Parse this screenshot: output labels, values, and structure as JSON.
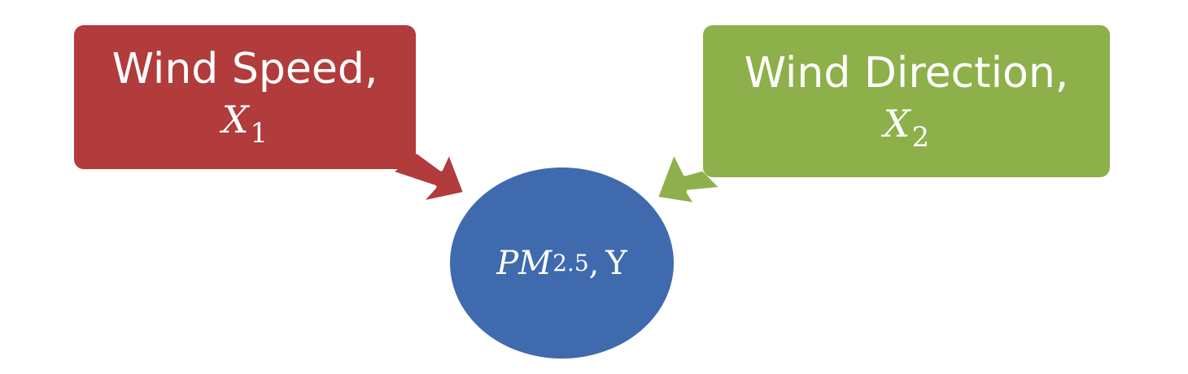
{
  "nodes": {
    "x1": {
      "title": "Wind Speed,",
      "var": "X",
      "sub": "1",
      "color": "#B23B3B"
    },
    "x2": {
      "title": "Wind Direction,",
      "var": "X",
      "sub": "2",
      "color": "#8DB04A"
    },
    "y": {
      "var": "PM",
      "sub": "2.5",
      "sep": ",",
      "label": "Y",
      "color": "#3F6AAE"
    }
  },
  "edges": [
    {
      "from": "x1",
      "to": "y",
      "color": "#B23B3B"
    },
    {
      "from": "x2",
      "to": "y",
      "color": "#8DB04A"
    }
  ]
}
